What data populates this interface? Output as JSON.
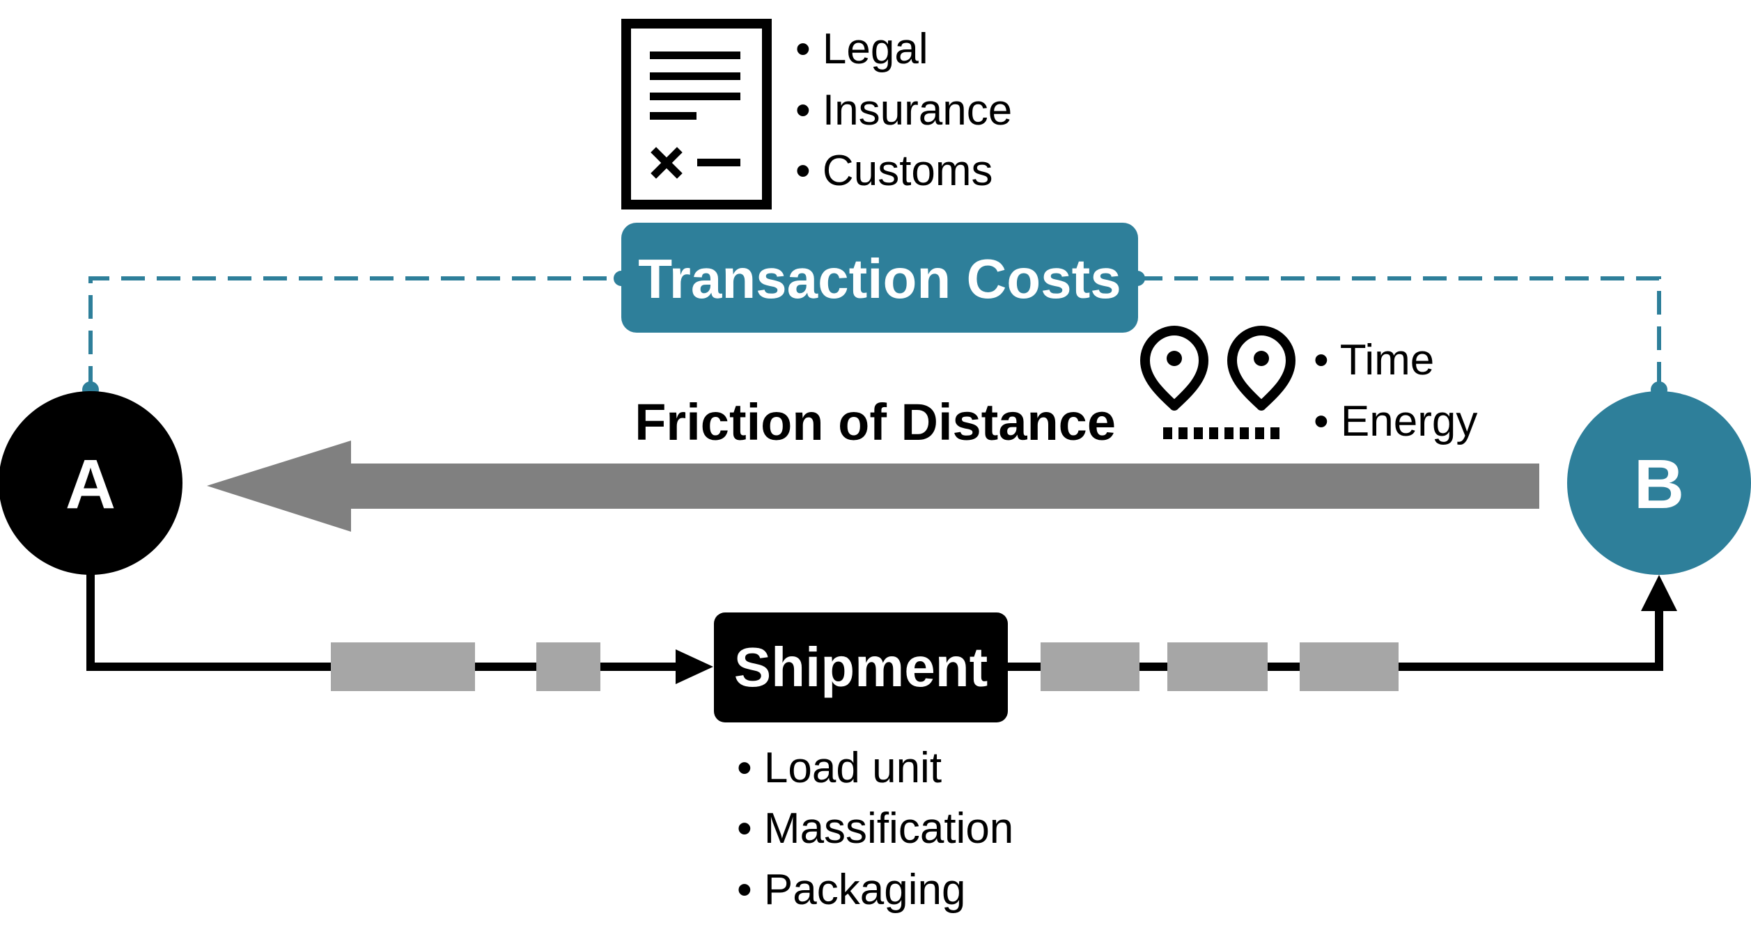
{
  "nodes": {
    "a": {
      "label": "A",
      "color": "#000000"
    },
    "b": {
      "label": "B",
      "color": "#2E7F9A"
    }
  },
  "transaction_costs": {
    "label": "Transaction Costs",
    "color": "#2E7F9A",
    "items": [
      "• Legal",
      "• Insurance",
      "• Customs"
    ],
    "icon": "document-icon"
  },
  "friction": {
    "label": "Friction of Distance",
    "items": [
      "• Time",
      "• Energy"
    ],
    "icon": "location-pins-icon",
    "arrow_color": "#808080"
  },
  "shipment": {
    "label": "Shipment",
    "color": "#000000",
    "items": [
      "• Load unit",
      "• Massification",
      "• Packaging"
    ],
    "block_color": "#A6A6A6"
  }
}
